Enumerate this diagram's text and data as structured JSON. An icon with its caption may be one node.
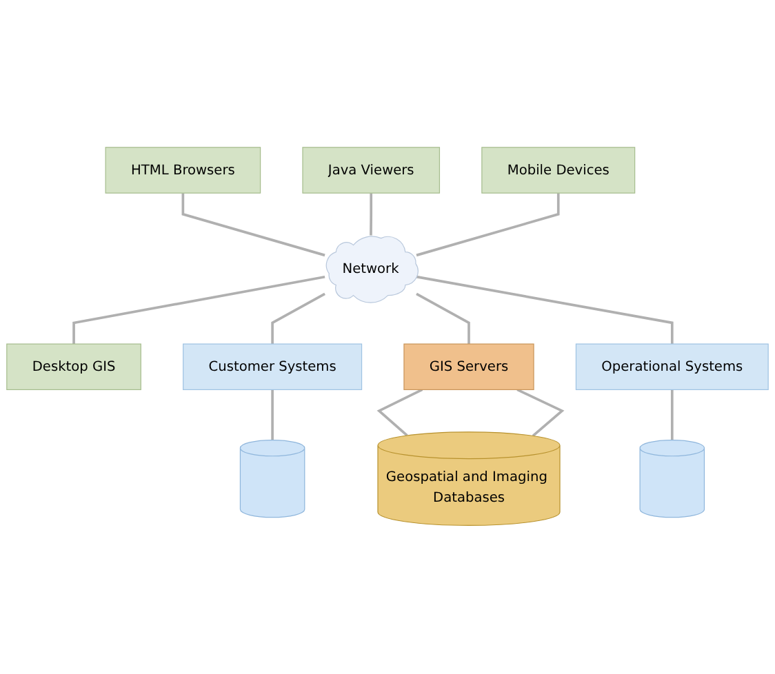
{
  "diagram": {
    "nodes": [
      {
        "text": [
          "Network"
        ]
      },
      {
        "text": [
          "HTML Browsers"
        ]
      },
      {
        "text": [
          "Java Viewers"
        ]
      },
      {
        "text": [
          "Mobile Devices"
        ]
      },
      {
        "text": [
          "Desktop GIS"
        ]
      },
      {
        "text": [
          "Customer Systems"
        ]
      },
      {
        "text": [
          "GIS Servers"
        ]
      },
      {
        "text": [
          "Operational Systems"
        ]
      },
      {
        "text": [],
        "shape": "cylinder"
      },
      {
        "text": [
          "Geospatial and Imaging Databases"
        ]
      },
      {
        "text": [],
        "shape": "cylinder"
      }
    ],
    "edges": [
      {
        "from": 1,
        "to": 0,
        "arrow": "none"
      },
      {
        "from": 2,
        "to": 0,
        "arrow": "none"
      },
      {
        "from": 3,
        "to": 0,
        "arrow": "none"
      },
      {
        "from": 0,
        "to": 4,
        "arrow": "none"
      },
      {
        "from": 0,
        "to": 5,
        "arrow": "none"
      },
      {
        "from": 0,
        "to": 6,
        "arrow": "none"
      },
      {
        "from": 0,
        "to": 7,
        "arrow": "none"
      },
      {
        "from": 5,
        "to": 8,
        "arrow": "none"
      },
      {
        "from": 6,
        "to": 9,
        "arrow": "none"
      },
      {
        "from": 6,
        "to": 9,
        "arrow": "none"
      },
      {
        "from": 7,
        "to": 10,
        "arrow": "none"
      }
    ]
  }
}
